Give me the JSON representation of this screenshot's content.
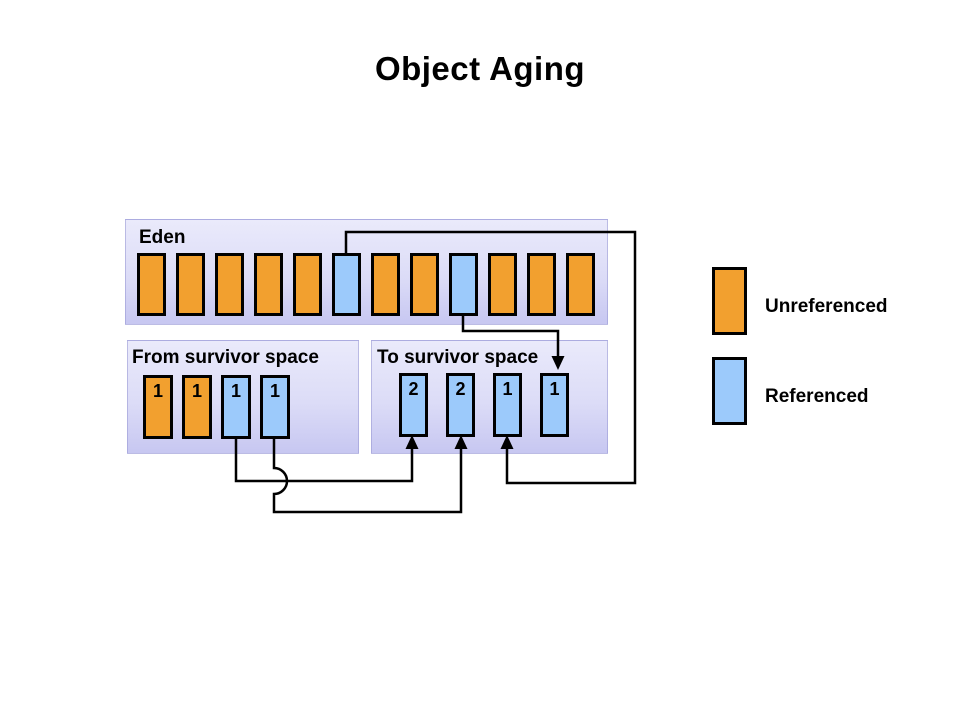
{
  "title": "Object Aging",
  "colors": {
    "unreferenced": "#F2A02F",
    "referenced": "#9CCAFB",
    "panel_top": "#EAEAFB",
    "panel_bottom": "#C7C7F1",
    "line": "#000000",
    "background": "#FFFFFF"
  },
  "eden": {
    "label": "Eden",
    "cells": [
      {
        "type": "unreferenced",
        "age": ""
      },
      {
        "type": "unreferenced",
        "age": ""
      },
      {
        "type": "unreferenced",
        "age": ""
      },
      {
        "type": "unreferenced",
        "age": ""
      },
      {
        "type": "unreferenced",
        "age": ""
      },
      {
        "type": "referenced",
        "age": ""
      },
      {
        "type": "unreferenced",
        "age": ""
      },
      {
        "type": "unreferenced",
        "age": ""
      },
      {
        "type": "referenced",
        "age": ""
      },
      {
        "type": "unreferenced",
        "age": ""
      },
      {
        "type": "unreferenced",
        "age": ""
      },
      {
        "type": "unreferenced",
        "age": ""
      }
    ]
  },
  "from_survivor": {
    "label": "From survivor space",
    "cells": [
      {
        "type": "unreferenced",
        "age": "1"
      },
      {
        "type": "unreferenced",
        "age": "1"
      },
      {
        "type": "referenced",
        "age": "1"
      },
      {
        "type": "referenced",
        "age": "1"
      }
    ]
  },
  "to_survivor": {
    "label": "To survivor space",
    "cells": [
      {
        "type": "referenced",
        "age": "2"
      },
      {
        "type": "referenced",
        "age": "2"
      },
      {
        "type": "referenced",
        "age": "1"
      },
      {
        "type": "referenced",
        "age": "1"
      }
    ]
  },
  "legend": {
    "items": [
      {
        "type": "unreferenced",
        "label": "Unreferenced"
      },
      {
        "type": "referenced",
        "label": "Referenced"
      }
    ]
  },
  "connectors": [
    {
      "from": "eden.cells.5",
      "to": "to_survivor.cells.2",
      "route": "over-top-right"
    },
    {
      "from": "eden.cells.8",
      "to": "to_survivor.cells.3",
      "route": "direct-down"
    },
    {
      "from": "from_survivor.cells.2",
      "to": "to_survivor.cells.0",
      "route": "under"
    },
    {
      "from": "from_survivor.cells.3",
      "to": "to_survivor.cells.1",
      "route": "under-with-hop"
    }
  ]
}
